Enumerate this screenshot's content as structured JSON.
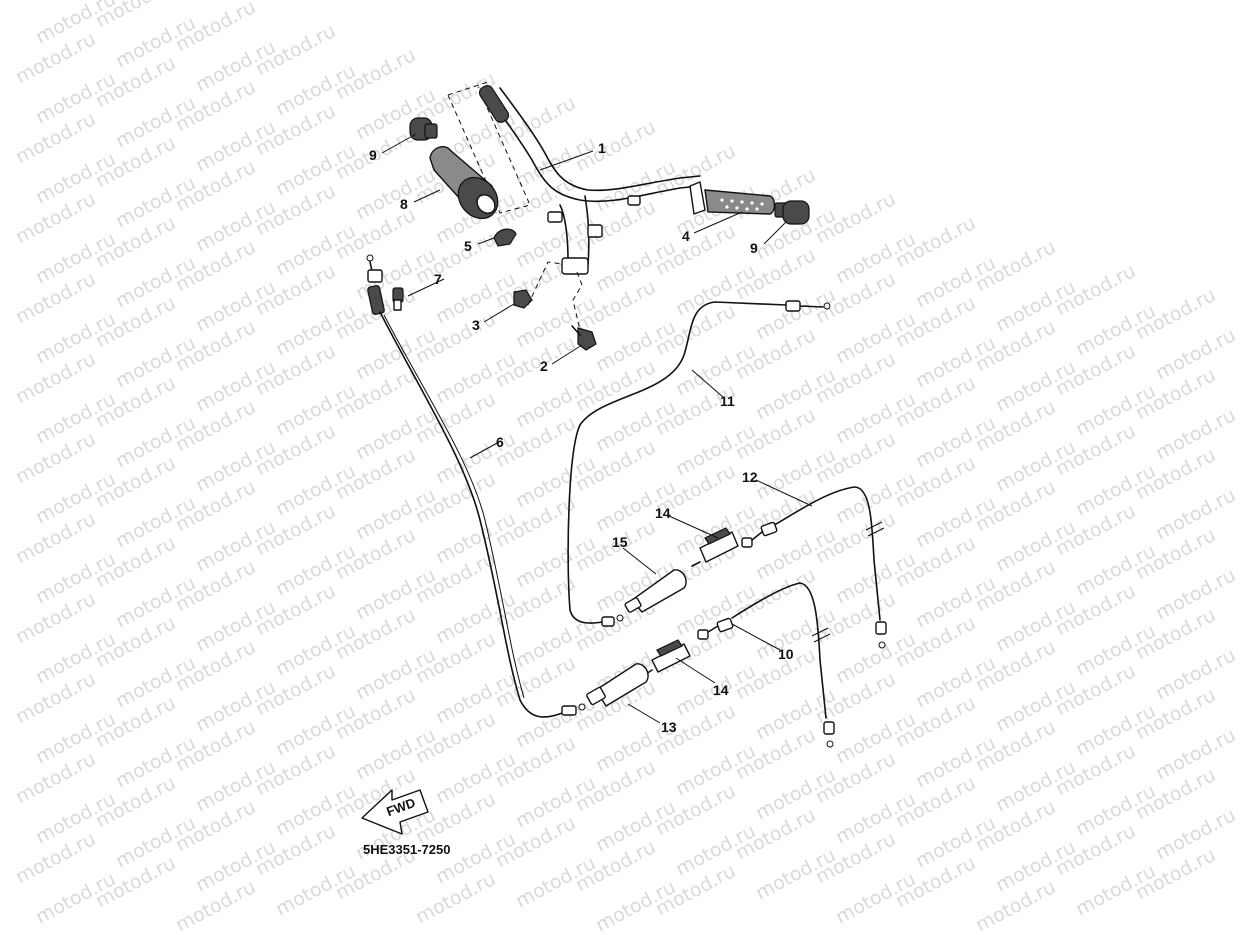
{
  "watermark_text": "motod.ru",
  "diagram_code": "5HE3351-7250",
  "fwd_label": "FWD",
  "callouts": {
    "c1": "1",
    "c2": "2",
    "c3": "3",
    "c4": "4",
    "c5": "5",
    "c6": "6",
    "c7": "7",
    "c8": "8",
    "c9a": "9",
    "c9b": "9",
    "c10": "10",
    "c11": "11",
    "c12": "12",
    "c13": "13",
    "c14a": "14",
    "c14b": "14",
    "c15": "15"
  },
  "colors": {
    "line": "#111111",
    "watermark": "#d9d9d9",
    "grip_fill": "#8a8a8a"
  }
}
